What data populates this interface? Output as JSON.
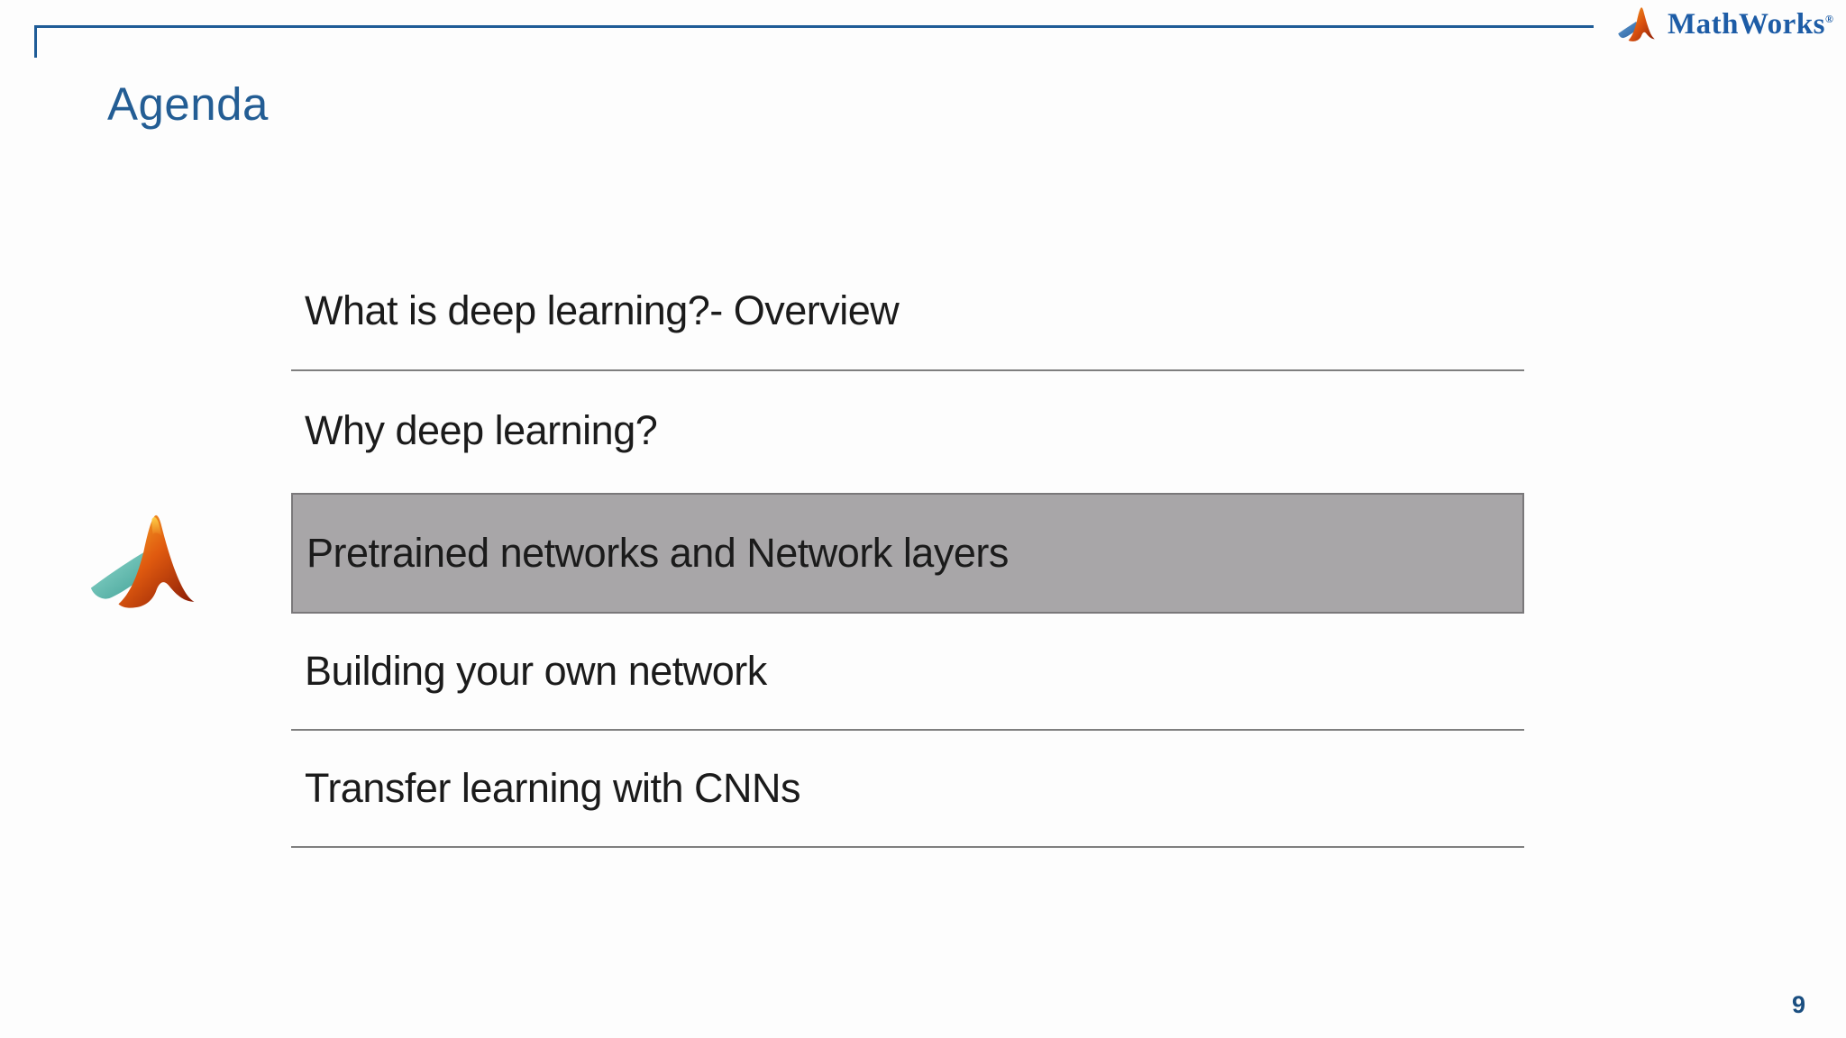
{
  "header": {
    "brand": "MathWorks",
    "registered_mark": "®"
  },
  "slide": {
    "title": "Agenda",
    "page_number": "9"
  },
  "agenda": {
    "items": [
      {
        "label": "What is deep learning?- Overview",
        "highlighted": false
      },
      {
        "label": "Why deep learning?",
        "highlighted": false
      },
      {
        "label": "Pretrained networks and Network layers",
        "highlighted": true
      },
      {
        "label": "Building your own network",
        "highlighted": false
      },
      {
        "label": "Transfer learning with CNNs",
        "highlighted": false
      }
    ]
  },
  "icons": {
    "matlab_membrane": "matlab-membrane-logo",
    "mathworks_membrane": "mathworks-membrane-logo"
  },
  "colors": {
    "accent_blue": "#1F5C97",
    "title_blue": "#235D94",
    "wordmark_blue": "#1D5CA6",
    "highlight_gray": "#A8A6A8",
    "highlight_border_gray": "#7A787A",
    "divider_gray": "#7F7F7F",
    "item_text": "#1B1B1B",
    "page_number_blue": "#1A4E80",
    "membrane_orange": "#E06010",
    "membrane_dark_red": "#8C1D06",
    "membrane_teal": "#56B9AE",
    "membrane_blue_wing": "#3C7CBA"
  }
}
